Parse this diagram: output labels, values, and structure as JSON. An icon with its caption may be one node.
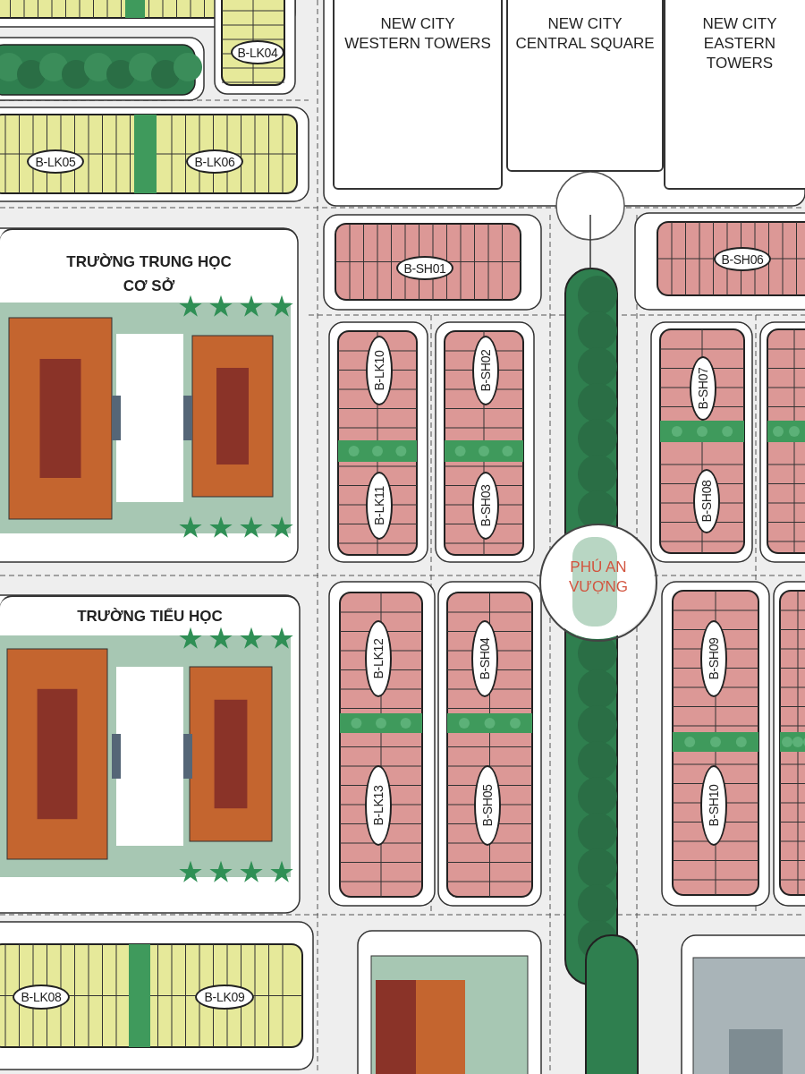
{
  "diagram": {
    "nodes": [
      {
        "text": [
          "NEW CITY WESTERN TOWERS"
        ]
      },
      {
        "text": [
          "NEW CITY CENTRAL SQUARE"
        ]
      },
      {
        "text": [
          "NEW CITY EASTERN TOWERS"
        ]
      },
      {
        "text": [
          "B-LK04"
        ]
      },
      {
        "text": [
          "B-LK05"
        ]
      },
      {
        "text": [
          "B-LK06"
        ]
      },
      {
        "text": [
          "TRƯỜNG TRUNG HỌC CƠ SỞ"
        ]
      },
      {
        "text": [
          "B-SH01"
        ]
      },
      {
        "text": [
          "B-SH06"
        ]
      },
      {
        "text": [
          "B-LK10"
        ]
      },
      {
        "text": [
          "B-SH02"
        ]
      },
      {
        "text": [
          "B-SH07"
        ]
      },
      {
        "text": [
          "B-LK11"
        ]
      },
      {
        "text": [
          "B-SH03"
        ]
      },
      {
        "text": [
          "B-SH08"
        ]
      },
      {
        "text": [
          "PHÚ AN VƯỢNG"
        ]
      },
      {
        "text": [
          "TRƯỜNG TIỂU HỌC"
        ]
      },
      {
        "text": [
          "B-LK12"
        ]
      },
      {
        "text": [
          "B-SH04"
        ]
      },
      {
        "text": [
          "B-SH09"
        ]
      },
      {
        "text": [
          "B-LK13"
        ]
      },
      {
        "text": [
          "B-SH05"
        ]
      },
      {
        "text": [
          "B-SH10"
        ]
      },
      {
        "text": [
          "B-LK08"
        ]
      },
      {
        "text": [
          "B-LK09"
        ]
      }
    ]
  }
}
